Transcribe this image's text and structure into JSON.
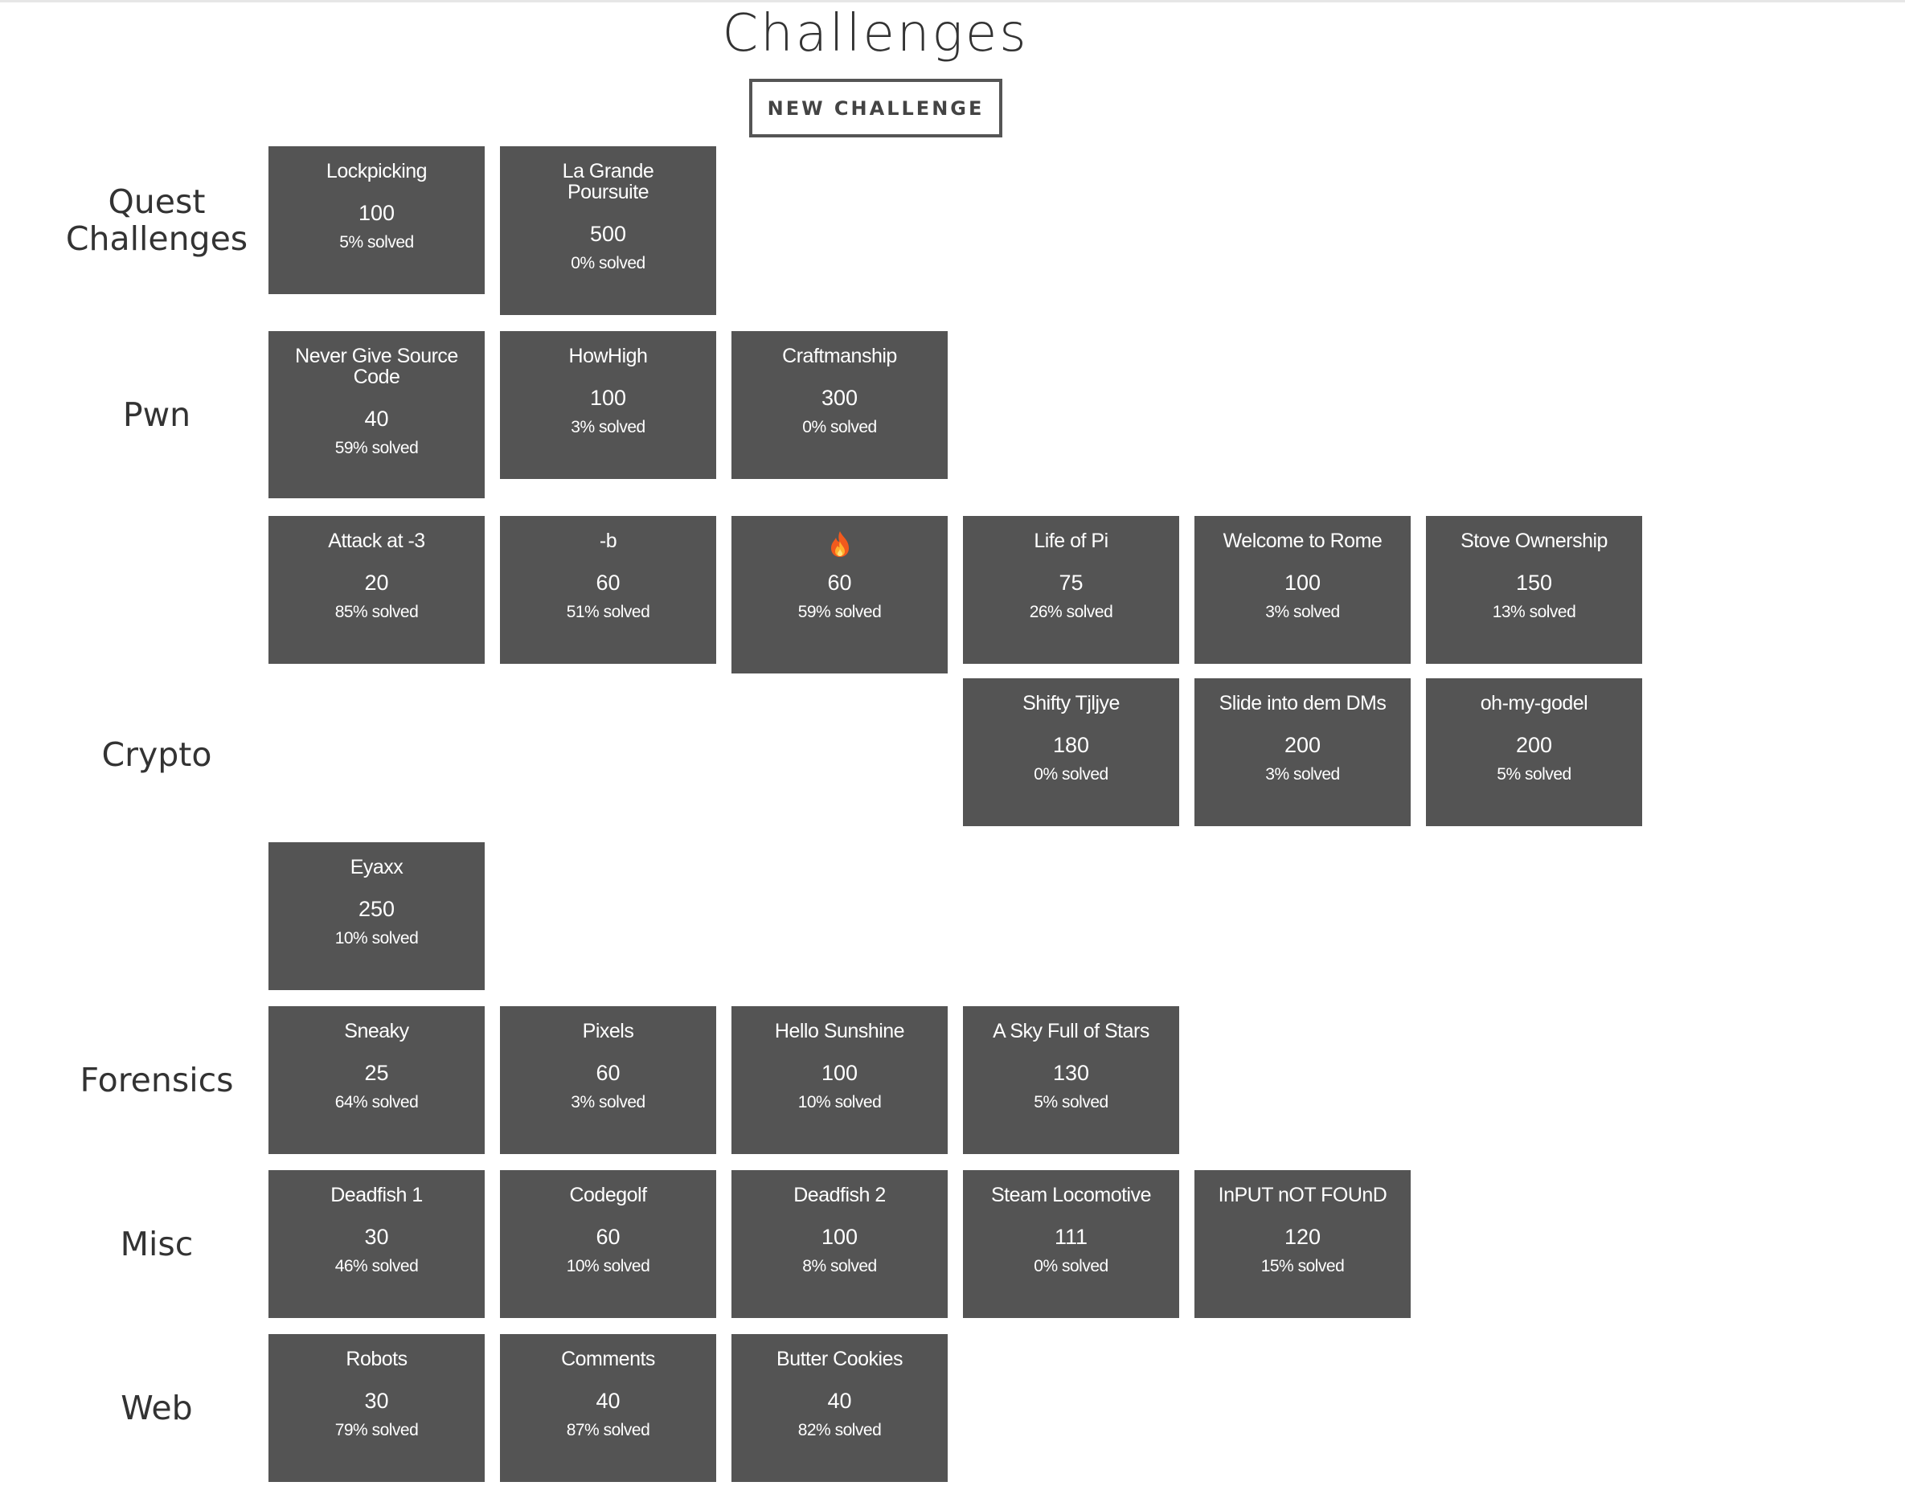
{
  "page": {
    "title": "Challenges",
    "new_button_label": "NEW CHALLENGE"
  },
  "colors": {
    "card_background": "#545454",
    "card_text": "#ffffff",
    "heading_text": "#333333",
    "button_border": "#555555"
  },
  "categories": [
    {
      "name": "Quest Challenges",
      "name_lines": [
        "Quest",
        "Challenges"
      ]
    },
    {
      "name": "Pwn"
    },
    {
      "name": "Crypto"
    },
    {
      "name": "Forensics"
    },
    {
      "name": "Misc"
    },
    {
      "name": "Web"
    }
  ],
  "challenges": {
    "quest": [
      {
        "name": "Lockpicking",
        "points": "100",
        "solved": "5% solved"
      },
      {
        "name_lines": [
          "La Grande",
          "Poursuite"
        ],
        "points": "500",
        "solved": "0% solved"
      }
    ],
    "pwn": [
      {
        "name_lines": [
          "Never Give Source",
          "Code"
        ],
        "points": "40",
        "solved": "59% solved"
      },
      {
        "name": "HowHigh",
        "points": "100",
        "solved": "3% solved"
      },
      {
        "name": "Craftmanship",
        "points": "300",
        "solved": "0% solved"
      }
    ],
    "crypto": [
      {
        "name": "Attack at -3",
        "points": "20",
        "solved": "85% solved"
      },
      {
        "name": "-b",
        "points": "60",
        "solved": "51% solved"
      },
      {
        "icon": "fire-emoji-icon",
        "points": "60",
        "solved": "59% solved"
      },
      {
        "name": "Life of Pi",
        "points": "75",
        "solved": "26% solved"
      },
      {
        "name": "Welcome to Rome",
        "points": "100",
        "solved": "3% solved"
      },
      {
        "name": "Stove Ownership",
        "points": "150",
        "solved": "13% solved"
      },
      {
        "name": "Shifty Tjljye",
        "points": "180",
        "solved": "0% solved"
      },
      {
        "name": "Slide into dem DMs",
        "points": "200",
        "solved": "3% solved"
      },
      {
        "name": "oh-my-godel",
        "points": "200",
        "solved": "5% solved"
      },
      {
        "name": "Eyaxx",
        "points": "250",
        "solved": "10% solved"
      }
    ],
    "forensics": [
      {
        "name": "Sneaky",
        "points": "25",
        "solved": "64% solved"
      },
      {
        "name": "Pixels",
        "points": "60",
        "solved": "3% solved"
      },
      {
        "name": "Hello Sunshine",
        "points": "100",
        "solved": "10% solved"
      },
      {
        "name": "A Sky Full of Stars",
        "points": "130",
        "solved": "5% solved"
      }
    ],
    "misc": [
      {
        "name": "Deadfish 1",
        "points": "30",
        "solved": "46% solved"
      },
      {
        "name": "Codegolf",
        "points": "60",
        "solved": "10% solved"
      },
      {
        "name": "Deadfish 2",
        "points": "100",
        "solved": "8% solved"
      },
      {
        "name": "Steam Locomotive",
        "points": "111",
        "solved": "0% solved"
      },
      {
        "name": "InPUT nOT FOUnD",
        "points": "120",
        "solved": "15% solved"
      }
    ],
    "web": [
      {
        "name": "Robots",
        "points": "30",
        "solved": "79% solved"
      },
      {
        "name": "Comments",
        "points": "40",
        "solved": "87% solved"
      },
      {
        "name": "Butter Cookies",
        "points": "40",
        "solved": "82% solved"
      }
    ]
  }
}
